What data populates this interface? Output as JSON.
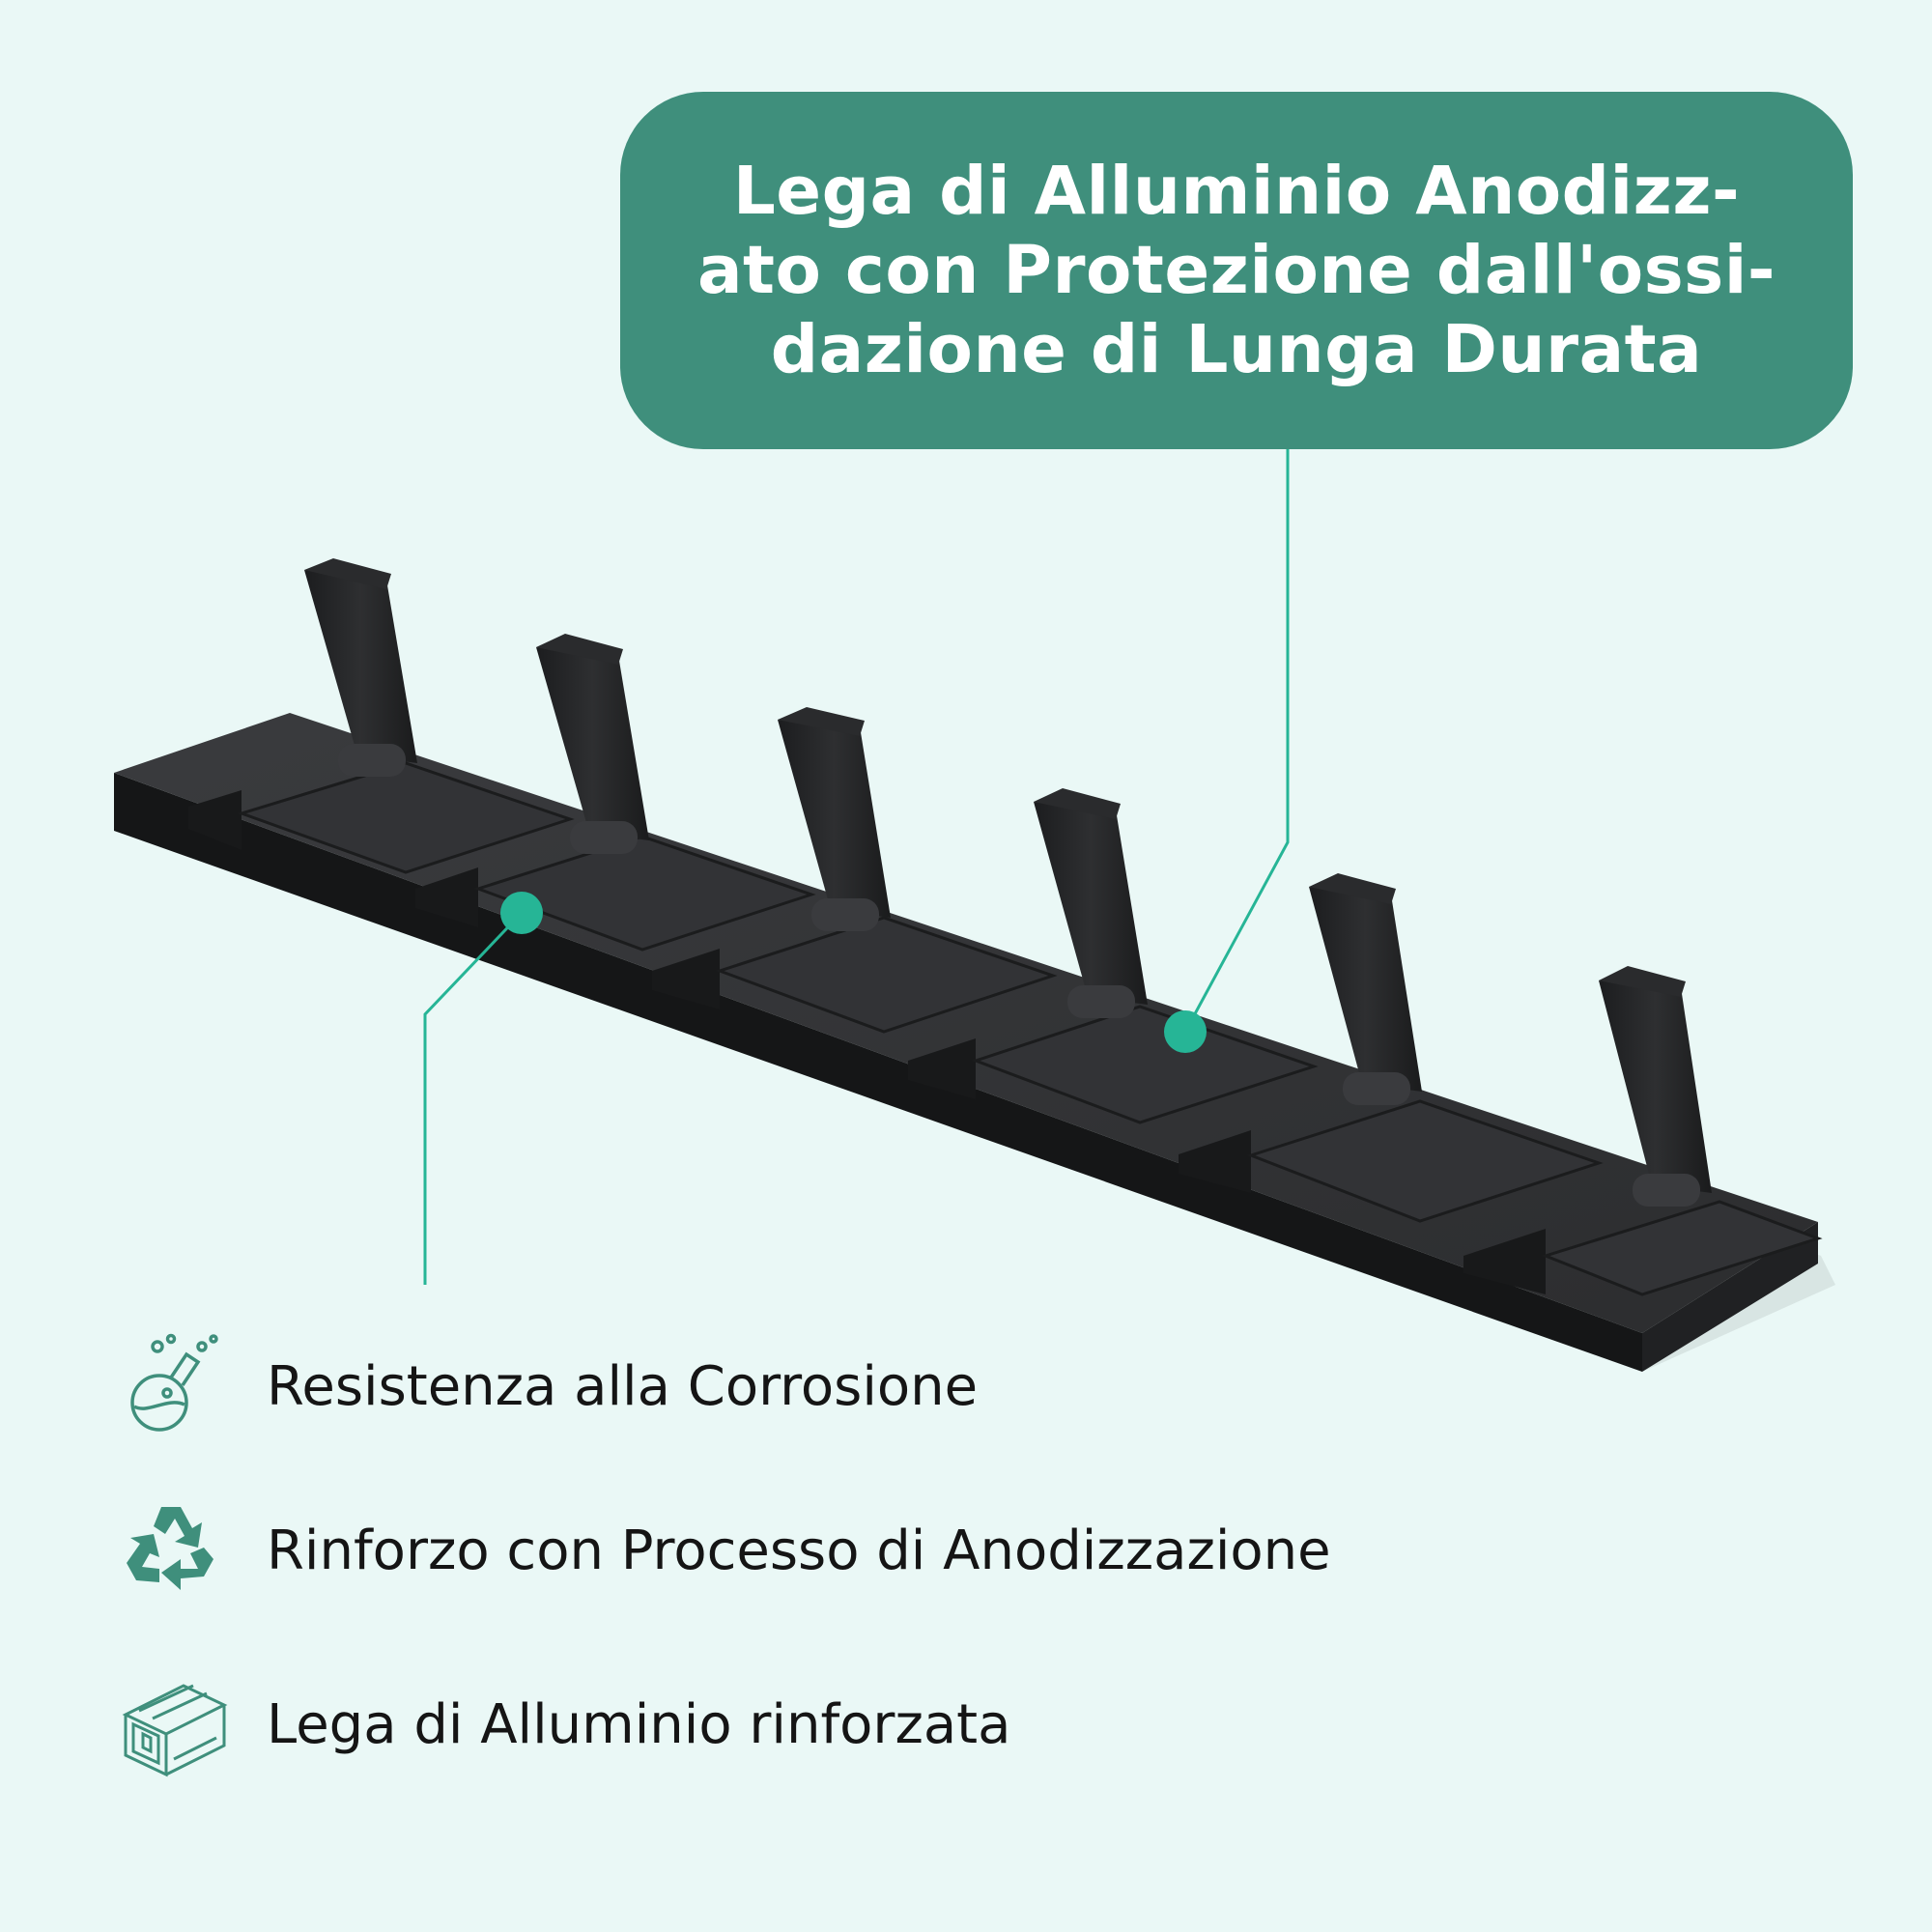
{
  "callout": {
    "text": "Lega di Alluminio Anodizz-ato con Protezione dall'ossi-dazione di Lunga Durata",
    "lines": [
      "Lega di Alluminio Anodizz-",
      "ato con Protezione dall'ossi-",
      "dazione di Lunga Durata"
    ]
  },
  "features": [
    {
      "icon": "flask-icon",
      "label": "Resistenza alla Corrosione"
    },
    {
      "icon": "recycle-icon",
      "label": "Rinforzo con Processo di Anodizzazione"
    },
    {
      "icon": "aluminum-profile-icon",
      "label": "Lega di Alluminio rinforzata"
    }
  ],
  "colors": {
    "background": "#eaf8f6",
    "callout": "#3f8f7c",
    "marker": "#26b596",
    "icon": "#3f8f7c",
    "product": "#2a2b2d"
  }
}
